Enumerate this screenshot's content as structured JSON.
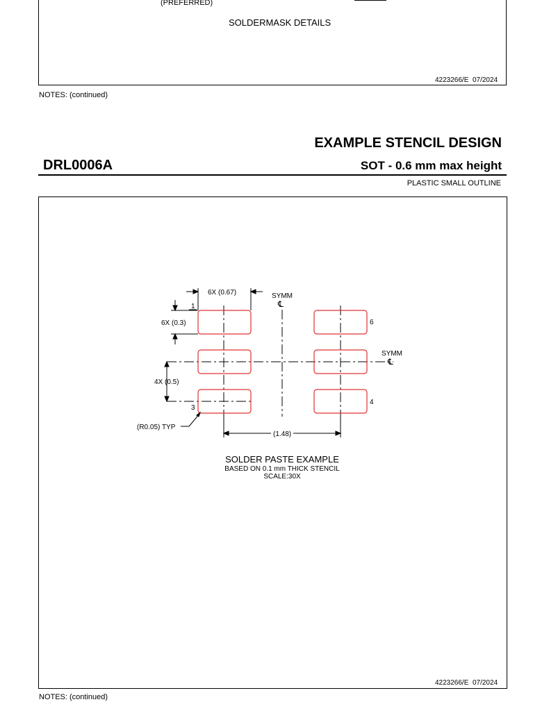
{
  "top_section": {
    "preferred_label": "(PREFERRED)",
    "soldermask_title": "SOLDERMASK DETAILS",
    "doc_number": "4223266/E",
    "doc_date": "07/2024"
  },
  "notes_top": "NOTES: (continued)",
  "header": {
    "title": "EXAMPLE STENCIL DESIGN",
    "package_code": "DRL0006A",
    "subtitle": "SOT - 0.6 mm max height",
    "package_desc": "PLASTIC SMALL OUTLINE"
  },
  "drawing": {
    "dim_pad_width": "6X (0.67)",
    "dim_pad_height": "6X (0.3)",
    "dim_pitch": "4X (0.5)",
    "dim_corner_radius": "(R0.05) TYP",
    "dim_span": "(1.48)",
    "symm_label": "SYMM",
    "centerline_symbol": "℄",
    "pin_1": "1",
    "pin_3": "3",
    "pin_4": "4",
    "pin_6": "6",
    "pad_color": "#e03030",
    "caption_title": "SOLDER PASTE EXAMPLE",
    "caption_line2": "BASED ON 0.1 mm THICK STENCIL",
    "caption_line3": "SCALE:30X"
  },
  "bottom_section": {
    "doc_number": "4223266/E",
    "doc_date": "07/2024"
  },
  "notes_bottom": "NOTES: (continued)"
}
